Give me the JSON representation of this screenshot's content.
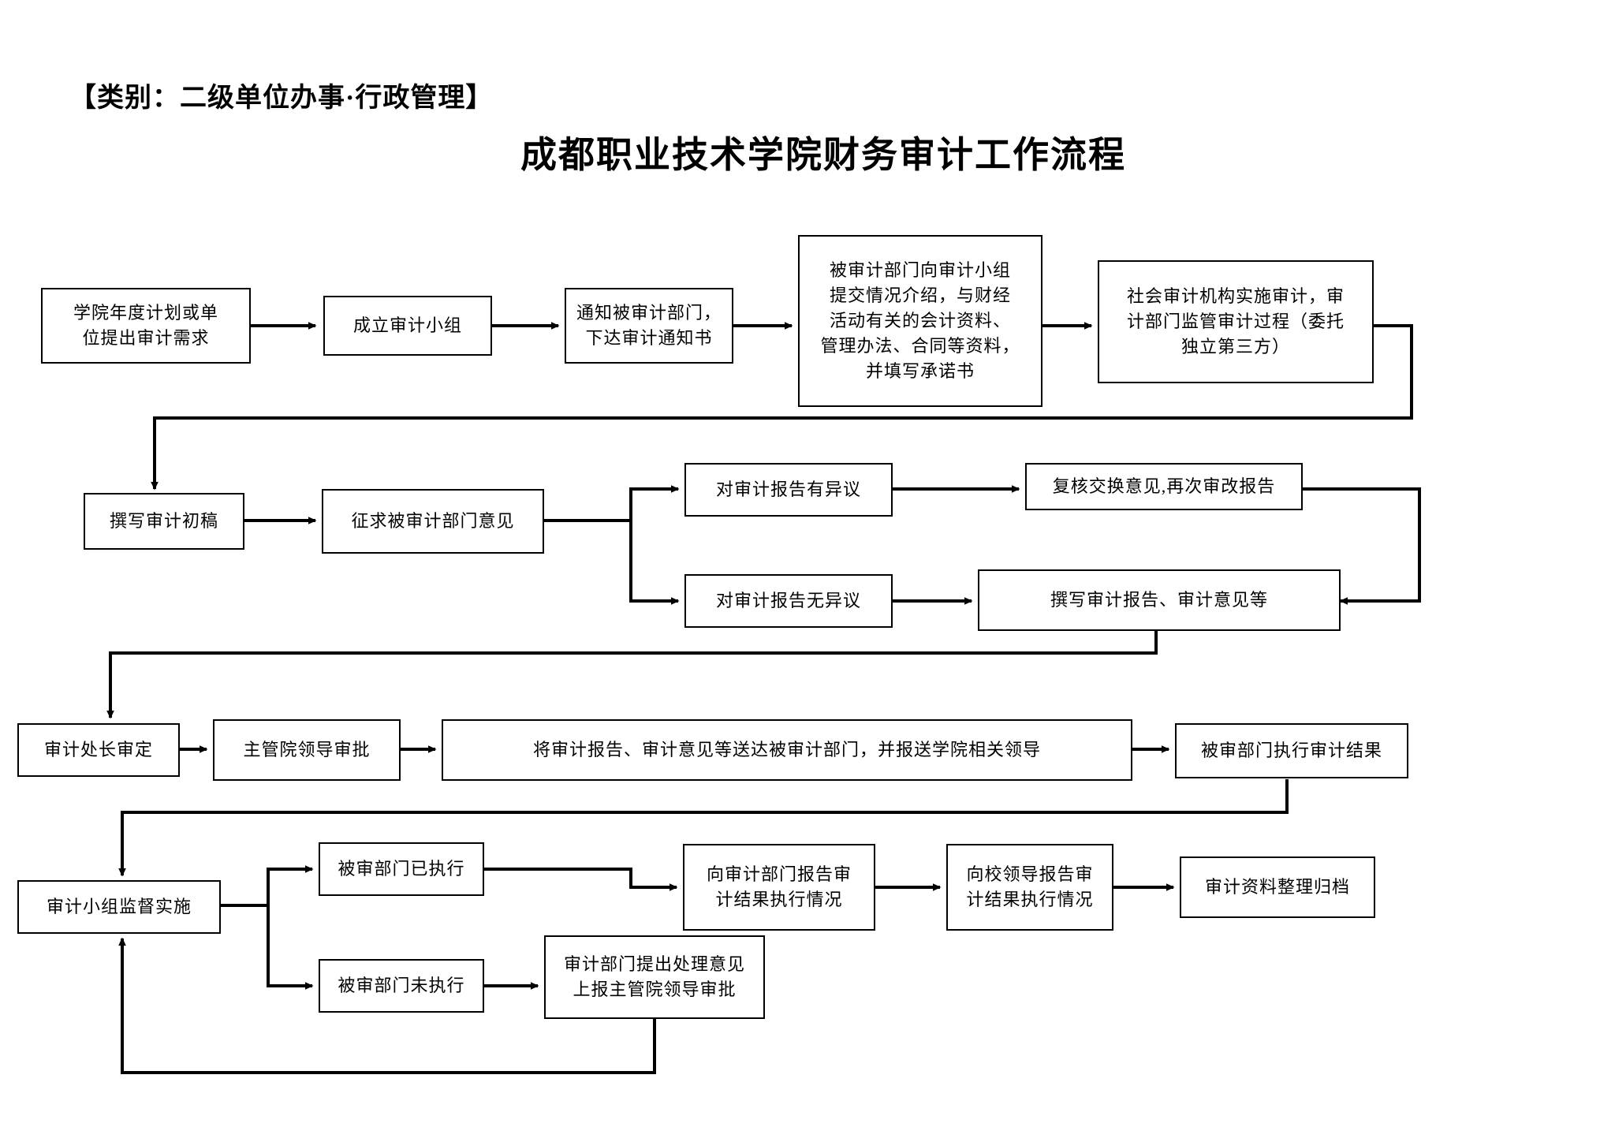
{
  "header": {
    "category": "【类别：二级单位办事·行政管理】",
    "title": "成都职业技术学院财务审计工作流程"
  },
  "flowchart": {
    "type": "process-flow-diagram",
    "orientation": "left-to-right, serpentine",
    "nodes": [
      {
        "id": "n1",
        "label": "学院年度计划或单\n位提出审计需求"
      },
      {
        "id": "n2",
        "label": "成立审计小组"
      },
      {
        "id": "n3",
        "label": "通知被审计部门，\n下达审计通知书"
      },
      {
        "id": "n4",
        "label": "被审计部门向审计小组\n提交情况介绍，与财经\n活动有关的会计资料、\n管理办法、合同等资料，\n并填写承诺书"
      },
      {
        "id": "n5",
        "label": "社会审计机构实施审计，审\n计部门监管审计过程（委托\n独立第三方）"
      },
      {
        "id": "n6",
        "label": "撰写审计初稿"
      },
      {
        "id": "n7",
        "label": "征求被审计部门意见"
      },
      {
        "id": "n8",
        "label": "对审计报告有异议"
      },
      {
        "id": "n9",
        "label": "复核交换意见,再次审改报告"
      },
      {
        "id": "n10",
        "label": "对审计报告无异议"
      },
      {
        "id": "n11",
        "label": "撰写审计报告、审计意见等"
      },
      {
        "id": "n12",
        "label": "审计处长审定"
      },
      {
        "id": "n13",
        "label": "主管院领导审批"
      },
      {
        "id": "n14",
        "label": "将审计报告、审计意见等送达被审计部门，并报送学院相关领导"
      },
      {
        "id": "n15",
        "label": "被审部门执行审计结果"
      },
      {
        "id": "n16",
        "label": "审计小组监督实施"
      },
      {
        "id": "n17",
        "label": "被审部门已执行"
      },
      {
        "id": "n18",
        "label": "被审部门未执行"
      },
      {
        "id": "n19",
        "label": "审计部门提出处理意见\n上报主管院领导审批"
      },
      {
        "id": "n20",
        "label": "向审计部门报告审\n计结果执行情况"
      },
      {
        "id": "n21",
        "label": "向校领导报告审\n计结果执行情况"
      },
      {
        "id": "n22",
        "label": "审计资料整理归档"
      }
    ],
    "edges": [
      {
        "from": "n1",
        "to": "n2"
      },
      {
        "from": "n2",
        "to": "n3"
      },
      {
        "from": "n3",
        "to": "n4"
      },
      {
        "from": "n4",
        "to": "n5"
      },
      {
        "from": "n5",
        "to": "n6"
      },
      {
        "from": "n6",
        "to": "n7"
      },
      {
        "from": "n7",
        "to": "n8"
      },
      {
        "from": "n7",
        "to": "n10"
      },
      {
        "from": "n8",
        "to": "n9"
      },
      {
        "from": "n9",
        "to": "n11"
      },
      {
        "from": "n10",
        "to": "n11"
      },
      {
        "from": "n11",
        "to": "n12"
      },
      {
        "from": "n12",
        "to": "n13"
      },
      {
        "from": "n13",
        "to": "n14"
      },
      {
        "from": "n14",
        "to": "n15"
      },
      {
        "from": "n15",
        "to": "n16"
      },
      {
        "from": "n16",
        "to": "n17"
      },
      {
        "from": "n16",
        "to": "n18"
      },
      {
        "from": "n17",
        "to": "n20"
      },
      {
        "from": "n18",
        "to": "n19"
      },
      {
        "from": "n19",
        "to": "n16"
      },
      {
        "from": "n20",
        "to": "n21"
      },
      {
        "from": "n21",
        "to": "n22"
      }
    ]
  },
  "style": {
    "line_color": "#000000",
    "box_fill": "#ffffff",
    "background": "#ffffff"
  }
}
